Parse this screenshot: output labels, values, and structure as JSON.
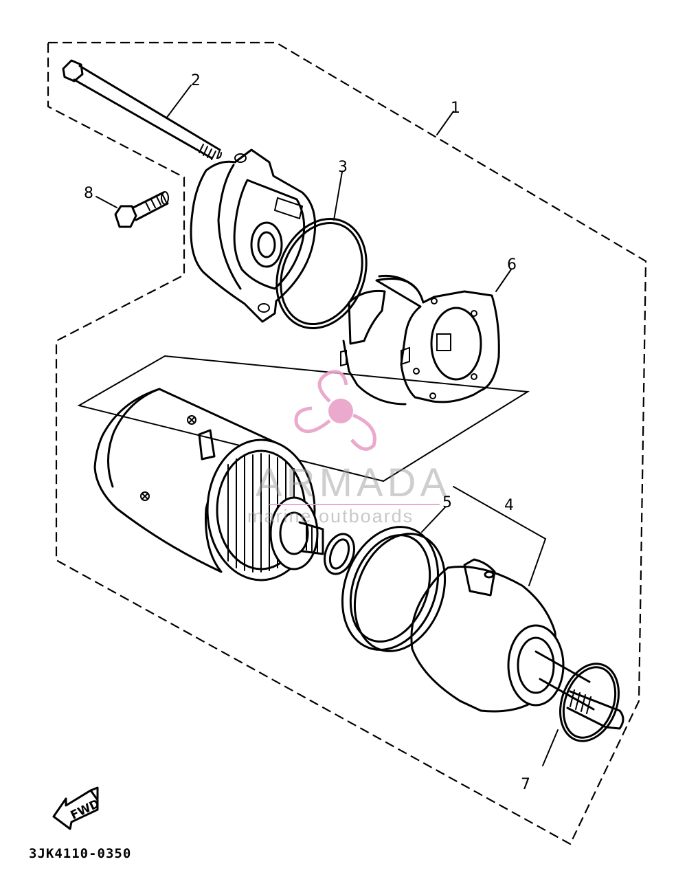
{
  "callouts": {
    "c1": "1",
    "c2": "2",
    "c3": "3",
    "c4": "4",
    "c5": "5",
    "c6": "6",
    "c7": "7",
    "c8": "8"
  },
  "direction_label": "FWD",
  "diagram_code": "3JK4110-0350",
  "watermark": {
    "brand": "ARMADA",
    "tagline": "marine outboards",
    "accent_color": "#e8a0c8"
  }
}
